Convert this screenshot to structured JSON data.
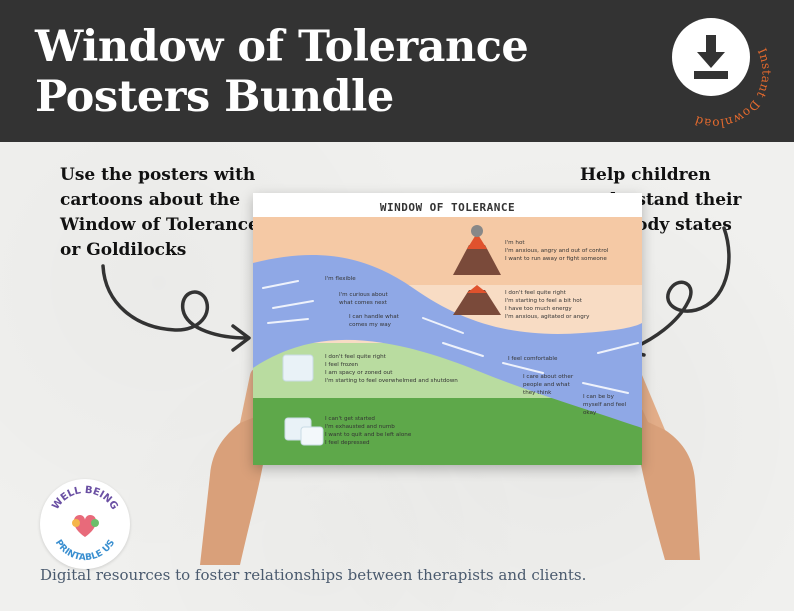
{
  "header": {
    "title_line1": "Window of Tolerance",
    "title_line2": "Posters Bundle",
    "badge_text": "Instant Download",
    "background_color": "#333333",
    "badge_text_color": "#e46a2e",
    "download_icon": "download-icon"
  },
  "left_note": {
    "line1": "Use  the posters with",
    "line2": "cartoons about the",
    "line3": "Window of Tolerance",
    "line4": "or Goldilocks"
  },
  "right_note": {
    "line1": "Help children",
    "line2": "understand their",
    "line3": "own body states"
  },
  "poster": {
    "title": "WINDOW OF TOLERANCE",
    "hyper_lines": [
      "I'm hot",
      "I'm anxious, angry and out of control",
      "I want to run away or fight someone"
    ],
    "mild_hyper_lines": [
      "I don't feel quite right",
      "I'm starting to feel a bit hot",
      "I have too much energy",
      "I'm anxious, agitated or angry"
    ],
    "window_left_lines": [
      "I'm flexible",
      "I'm curious about what comes next",
      "I can handle what comes my way"
    ],
    "window_right_lines": [
      "I feel comfortable",
      "I care about other people and what they think",
      "I can be by myself and feel okay"
    ],
    "mild_hypo_lines": [
      "I don't feel quite right",
      "I feel frozen",
      "I am spacy or zoned out",
      "I'm starting to feel overwhelmed and shutdown"
    ],
    "hypo_lines": [
      "I can't get started",
      "I'm exhausted and numb",
      "I want to quit and be left alone",
      "I feel depressed"
    ],
    "colors": {
      "hyper": "#f5c9a5",
      "mild_hyper": "#f8dcc4",
      "window": "#8fa8e6",
      "mild_hypo": "#b9dca0",
      "hypo": "#5ea84a"
    }
  },
  "logo": {
    "top_text": "WELL BEING",
    "bottom_text": "PRINTABLE US"
  },
  "footer": {
    "tagline": "Digital resources to foster relationships between therapists and clients."
  }
}
